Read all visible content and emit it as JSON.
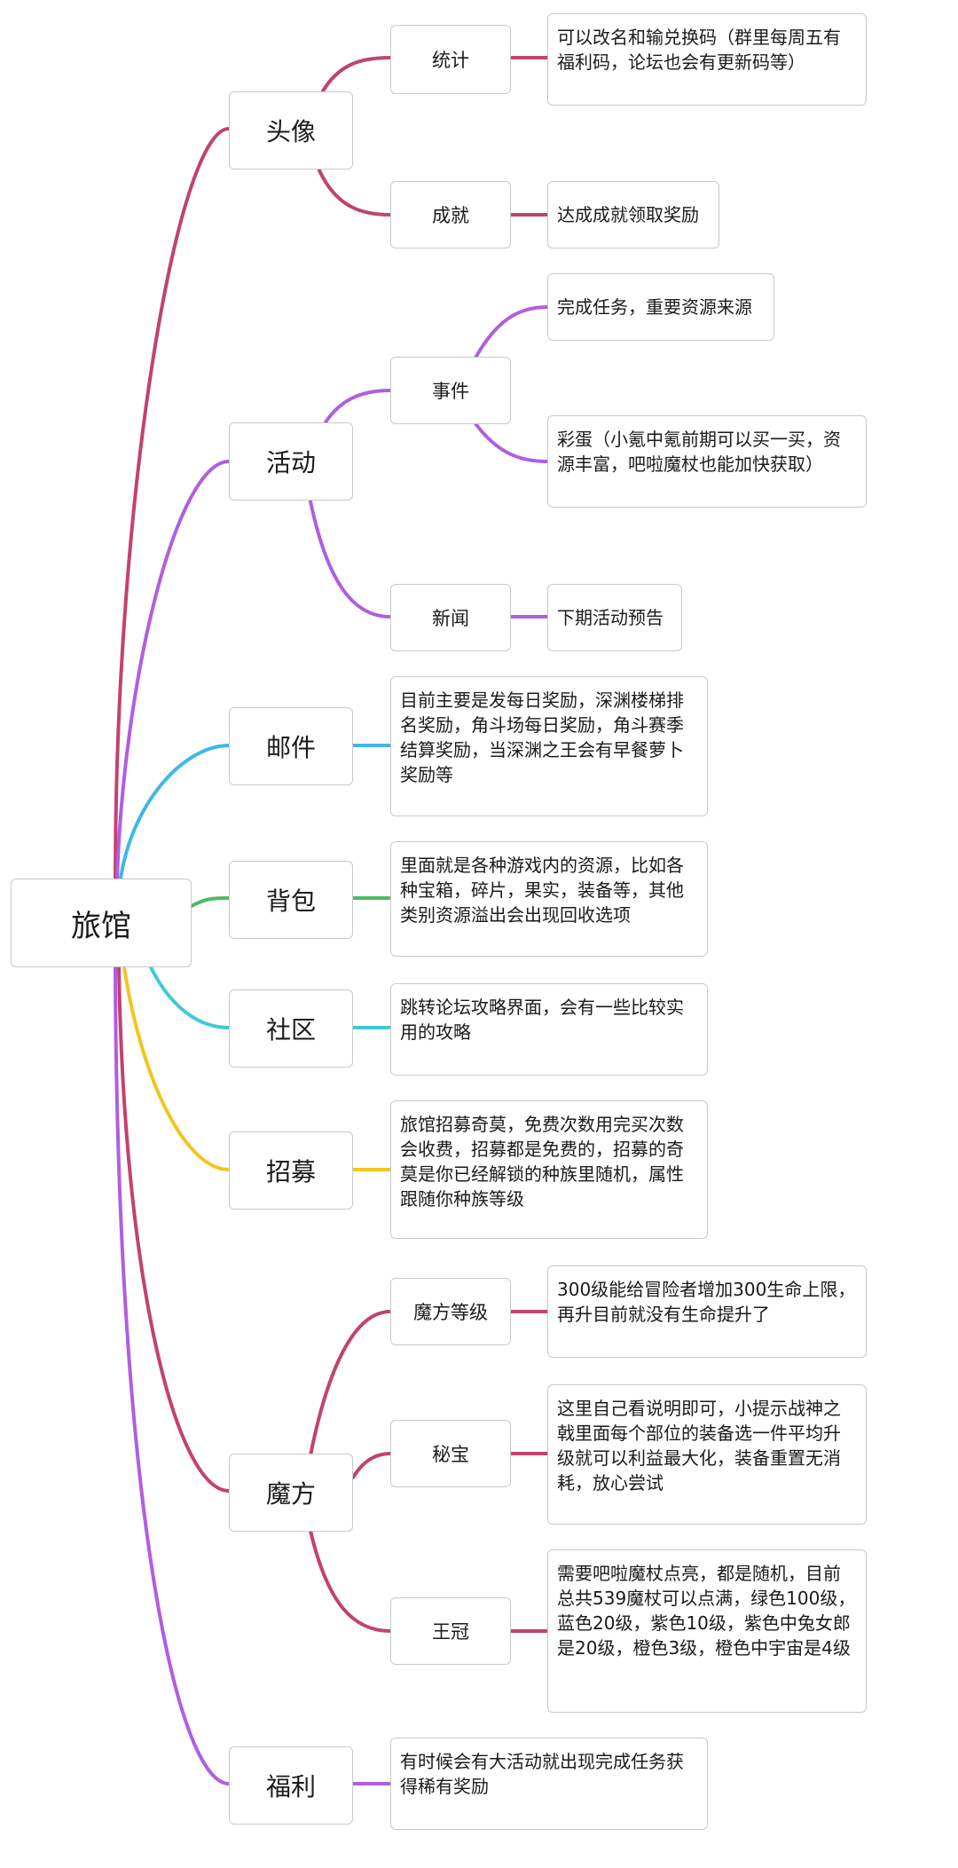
{
  "root": "旅馆",
  "branches": {
    "avatar": {
      "label": "头像",
      "stats": {
        "label": "统计",
        "note": "可以改名和输兑换码（群里每周五有福利码，论坛也会有更新码等）"
      },
      "achievement": {
        "label": "成就",
        "note": "达成成就领取奖励"
      }
    },
    "activity": {
      "label": "活动",
      "event": {
        "label": "事件",
        "note1": "完成任务，重要资源来源",
        "note2": "彩蛋（小氪中氪前期可以买一买，资源丰富，吧啦魔杖也能加快获取）"
      },
      "news": {
        "label": "新闻",
        "note": "下期活动预告"
      }
    },
    "mail": {
      "label": "邮件",
      "note": "目前主要是发每日奖励，深渊楼梯排名奖励，角斗场每日奖励，角斗赛季结算奖励，当深渊之王会有早餐萝卜奖励等"
    },
    "bag": {
      "label": "背包",
      "note": "里面就是各种游戏内的资源，比如各种宝箱，碎片，果实，装备等，其他类别资源溢出会出现回收选项"
    },
    "community": {
      "label": "社区",
      "note": "跳转论坛攻略界面，会有一些比较实用的攻略"
    },
    "recruit": {
      "label": "招募",
      "note": "旅馆招募奇莫，免费次数用完买次数会收费，招募都是免费的，招募的奇莫是你已经解锁的种族里随机，属性跟随你种族等级"
    },
    "cube": {
      "label": "魔方",
      "level": {
        "label": "魔方等级",
        "note": "300级能给冒险者增加300生命上限，再升目前就没有生命提升了"
      },
      "treasure": {
        "label": "秘宝",
        "note": "这里自己看说明即可，小提示战神之戟里面每个部位的装备选一件平均升级就可以利益最大化，装备重置无消耗，放心尝试"
      },
      "crown": {
        "label": "王冠",
        "note": "需要吧啦魔杖点亮，都是随机，目前总共539魔杖可以点满，绿色100级，蓝色20级，紫色10级，紫色中兔女郎是20级，橙色3级，橙色中宇宙是4级"
      }
    },
    "welfare": {
      "label": "福利",
      "note": "有时候会有大活动就出现完成任务获得稀有奖励"
    }
  },
  "colors": {
    "avatar": "#c2426e",
    "activity": "#b05ee0",
    "mail": "#3fb8e6",
    "bag": "#4cbb63",
    "community": "#41c8d8",
    "recruit": "#f2c522",
    "cube": "#c2426e",
    "welfare": "#b05ee0"
  }
}
